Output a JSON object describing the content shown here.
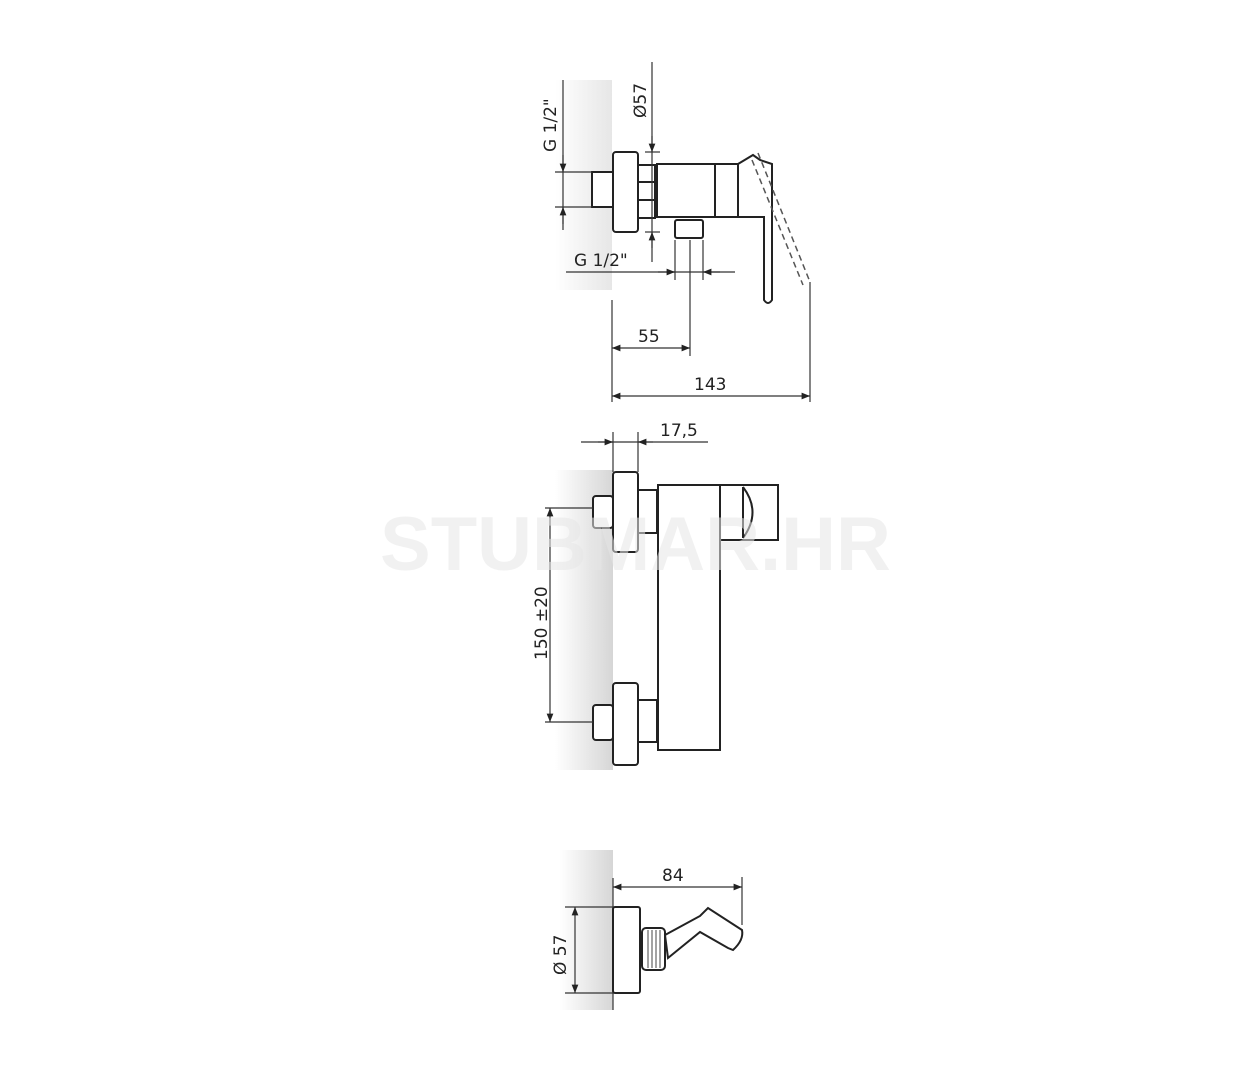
{
  "watermark": "STUBMAR.HR",
  "top_view": {
    "dim_inlet_thread": "G 1/2\"",
    "dim_flange_diameter": "Ø57",
    "dim_outlet_thread": "G 1/2\"",
    "dim_outlet_offset": "55",
    "dim_total_depth": "143"
  },
  "front_view": {
    "dim_flange_depth": "17,5",
    "dim_center_distance": "150 ±20"
  },
  "side_view": {
    "dim_depth": "84",
    "dim_diameter": "Ø 57"
  }
}
